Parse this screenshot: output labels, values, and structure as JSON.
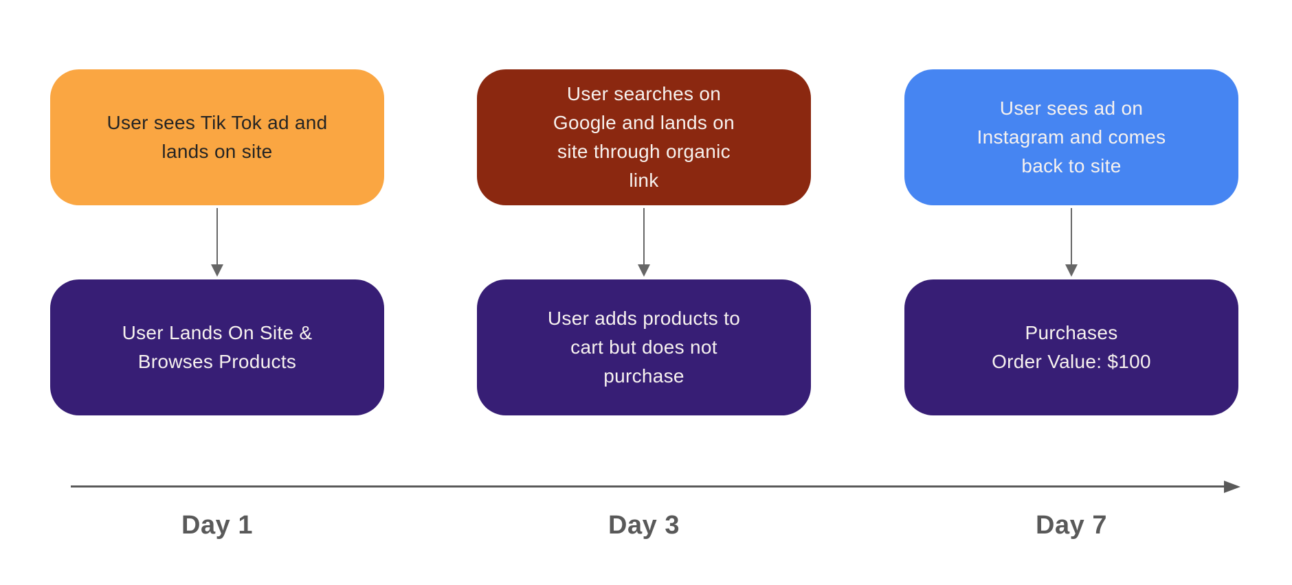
{
  "colors": {
    "background": "#FFFFFF",
    "connector": "#666666",
    "axis": "#595959",
    "day_label": "#595959"
  },
  "timeline": {
    "labels": [
      "Day 1",
      "Day 3",
      "Day 7"
    ]
  },
  "steps": [
    {
      "day_label": "Day 1",
      "source_box": {
        "text": "User sees Tik Tok ad and\nlands on site",
        "bg": "#FAA642",
        "text_color": "#242424"
      },
      "action_box": {
        "text": "User Lands On Site &\nBrowses Products",
        "bg": "#371E75",
        "text_color": "#F7F2EF"
      }
    },
    {
      "day_label": "Day 3",
      "source_box": {
        "text": "User searches on\nGoogle and lands on\nsite through organic\nlink",
        "bg": "#8B2810",
        "text_color": "#F7F2EF"
      },
      "action_box": {
        "text": "User adds products to\ncart but does not\npurchase",
        "bg": "#371E75",
        "text_color": "#F7F2EF"
      }
    },
    {
      "day_label": "Day 7",
      "source_box": {
        "text": "User sees ad on\nInstagram and comes\nback to site",
        "bg": "#4685F2",
        "text_color": "#F7F2EF"
      },
      "action_box": {
        "text": "Purchases\nOrder Value: $100",
        "bg": "#371E75",
        "text_color": "#F7F2EF"
      }
    }
  ]
}
